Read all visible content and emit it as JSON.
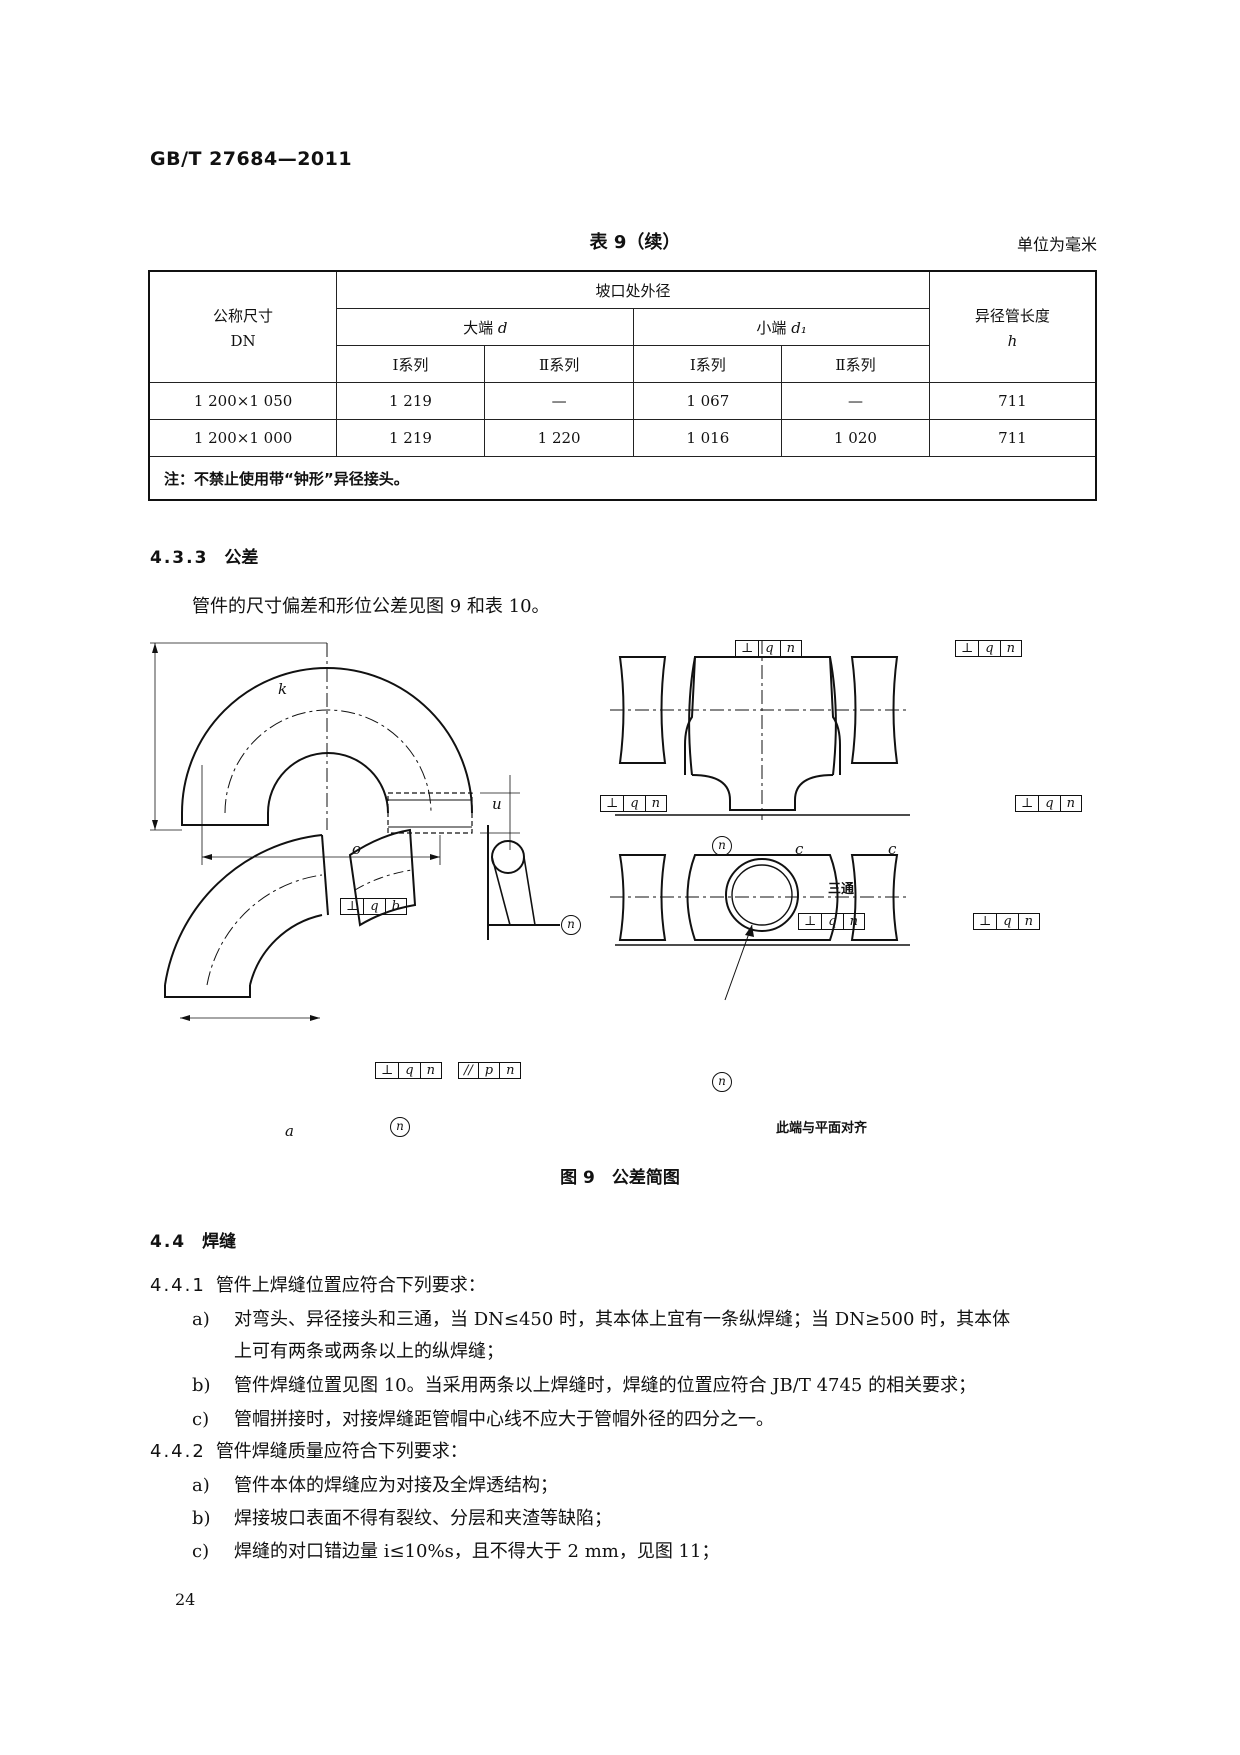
{
  "header": {
    "standard_no": "GB/T 27684—2011"
  },
  "table9": {
    "caption": "表 9（续）",
    "unit": "单位为毫米",
    "col_dn": "公称尺寸",
    "col_dn2": "DN",
    "col_outer": "坡口处外径",
    "col_large": "大端",
    "col_large_sym": "d",
    "col_small": "小端",
    "col_small_sym": "d₁",
    "series1": "Ⅰ系列",
    "series2": "Ⅱ系列",
    "col_len": "异径管长度",
    "col_len_sym": "h",
    "rows": [
      {
        "dn": "1 200×1 050",
        "d1": "1 219",
        "d2": "—",
        "s1": "1 067",
        "s2": "—",
        "h": "711"
      },
      {
        "dn": "1 200×1 000",
        "d1": "1 219",
        "d2": "1 220",
        "s1": "1 016",
        "s2": "1 020",
        "h": "711"
      }
    ],
    "note": "注：不禁止使用带“钟形”异径接头。"
  },
  "s433": {
    "num": "4.3.3",
    "title": "公差",
    "text": "管件的尺寸偏差和形位公差见图 9 和表 10。"
  },
  "figure9": {
    "caption": "图 9　公差简图",
    "label_tee": "三通",
    "label_align": "此端与平面对齐",
    "sym_perp": "⊥",
    "sym_par": "//",
    "sym_q": "q",
    "sym_n": "n",
    "sym_b": "b",
    "sym_p": "p",
    "dim_k": "k",
    "dim_o": "o",
    "dim_u": "u",
    "dim_c": "c",
    "dim_a": "a"
  },
  "s44": {
    "num": "4.4",
    "title": "焊缝"
  },
  "s441": {
    "num": "4.4.1",
    "text": "管件上焊缝位置应符合下列要求：",
    "a_label": "a)",
    "a_line1": "对弯头、异径接头和三通，当 DN≤450 时，其本体上宜有一条纵焊缝；当 DN≥500 时，其本体",
    "a_line2": "上可有两条或两条以上的纵焊缝；",
    "b_label": "b)",
    "b_text": "管件焊缝位置见图 10。当采用两条以上焊缝时，焊缝的位置应符合 JB/T 4745 的相关要求；",
    "c_label": "c)",
    "c_text": "管帽拼接时，对接焊缝距管帽中心线不应大于管帽外径的四分之一。"
  },
  "s442": {
    "num": "4.4.2",
    "text": "管件焊缝质量应符合下列要求：",
    "a_label": "a)",
    "a_text": "管件本体的焊缝应为对接及全焊透结构；",
    "b_label": "b)",
    "b_text": "焊接坡口表面不得有裂纹、分层和夹渣等缺陷；",
    "c_label": "c)",
    "c_text": "焊缝的对口错边量 i≤10%s，且不得大于 2 mm，见图 11；"
  },
  "footer": {
    "page_no": "24"
  }
}
